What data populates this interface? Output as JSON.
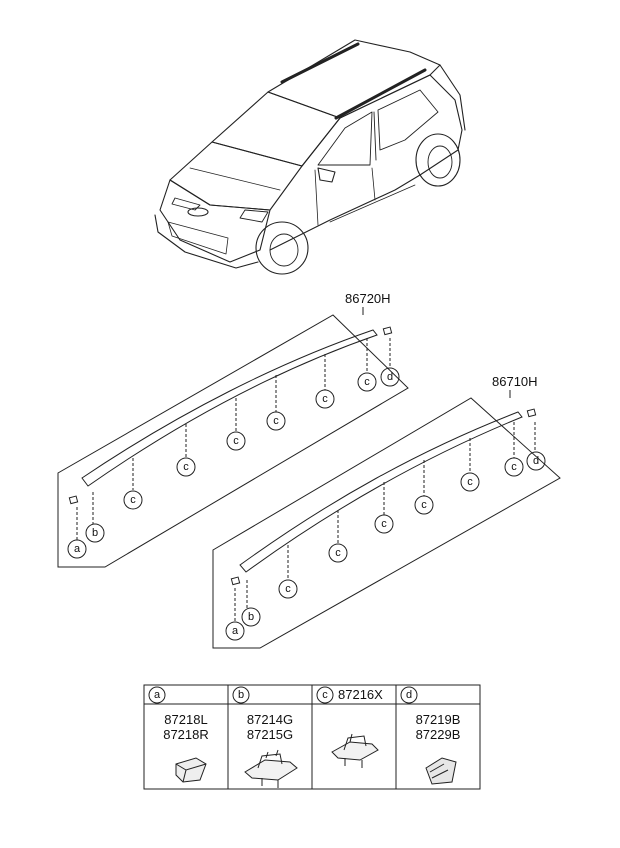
{
  "assemblies": [
    {
      "part_number": "86720H"
    },
    {
      "part_number": "86710H"
    }
  ],
  "callouts": {
    "a": "a",
    "b": "b",
    "c": "c",
    "d": "d"
  },
  "parts_table": {
    "columns": [
      {
        "key": "a",
        "code": "",
        "parts": [
          "87218L",
          "87218R"
        ]
      },
      {
        "key": "b",
        "code": "",
        "parts": [
          "87214G",
          "87215G"
        ]
      },
      {
        "key": "c",
        "code": "87216X",
        "parts": []
      },
      {
        "key": "d",
        "code": "",
        "parts": [
          "87219B",
          "87229B"
        ]
      }
    ]
  }
}
